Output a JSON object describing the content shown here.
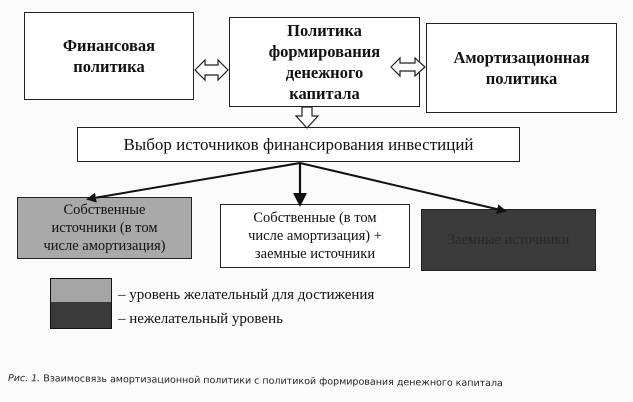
{
  "boxes": {
    "financial_policy": [
      "Финансовая",
      "политика"
    ],
    "capital_policy": [
      "Политика",
      "формирования",
      "денежного",
      "капитала"
    ],
    "amortization_policy": [
      "Амортизационная",
      "политика"
    ],
    "source_choice": "Выбор источников финансирования инвестиций",
    "own_sources": [
      "Собственные",
      "источники (в том",
      "числе амортизация)"
    ],
    "mixed_sources": [
      "Собственные (в том",
      "числе амортизация) +",
      "заемные источники"
    ],
    "borrowed_sources": "Заемные источники"
  },
  "legend": {
    "desirable": "– уровень желательный для достижения",
    "undesirable": "– нежелательный уровень",
    "colors": {
      "desirable": "#a5a5a5",
      "undesirable": "#3a3a3a"
    }
  },
  "caption": {
    "label": "Рис. 1.",
    "text": " Взаимосвязь амортизационной политики с политикой формирования денежного капитала"
  }
}
